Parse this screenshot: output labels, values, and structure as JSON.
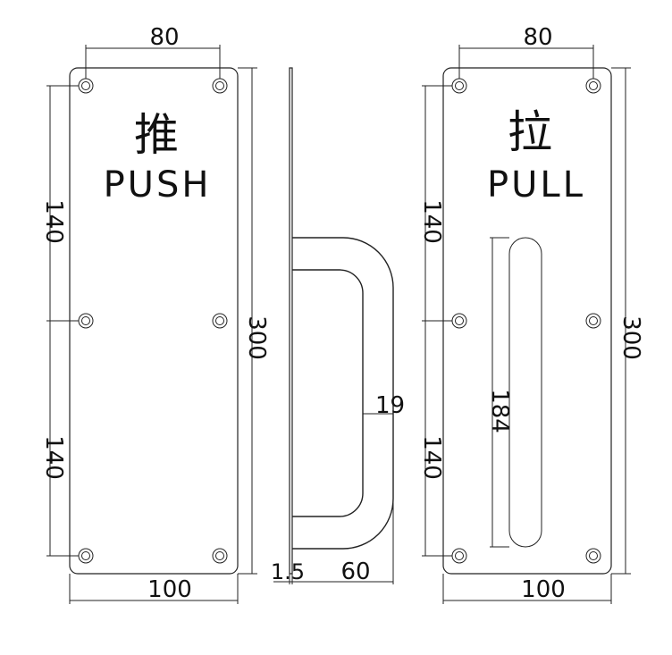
{
  "push_plate": {
    "cjk_label": "推",
    "label": "PUSH",
    "dims": {
      "hole_spacing_top": "80",
      "hole_spacing_upper": "140",
      "hole_spacing_lower": "140",
      "height": "300",
      "width": "100"
    }
  },
  "side_view": {
    "dims": {
      "bar_diameter": "19",
      "plate_thickness": "1.5",
      "projection": "60"
    }
  },
  "pull_plate": {
    "cjk_label": "拉",
    "label": "PULL",
    "dims": {
      "hole_spacing_top": "80",
      "hole_spacing_upper": "140",
      "hole_spacing_lower": "140",
      "height": "300",
      "width": "100",
      "slot_length": "184"
    }
  }
}
